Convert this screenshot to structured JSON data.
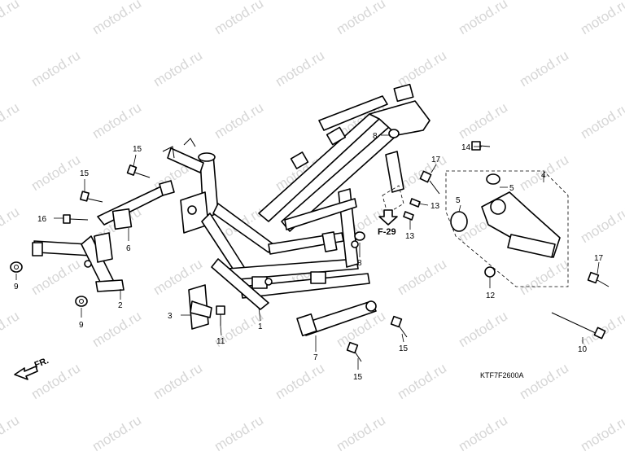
{
  "watermark": {
    "text": "motod.ru"
  },
  "drawing_code": "KTF7F2600A",
  "reference": "F-29",
  "direction_label": "FR.",
  "callouts": {
    "c1": "1",
    "c2": "2",
    "c3": "3",
    "c4": "4",
    "c5a": "5",
    "c5b": "5",
    "c6": "6",
    "c7": "7",
    "c8a": "8",
    "c8b": "8",
    "c9a": "9",
    "c9b": "9",
    "c10": "10",
    "c11": "11",
    "c12": "12",
    "c13a": "13",
    "c13b": "13",
    "c14": "14",
    "c15a": "15",
    "c15b": "15",
    "c15c": "15",
    "c15d": "15",
    "c16": "16",
    "c17a": "17",
    "c17b": "17"
  }
}
